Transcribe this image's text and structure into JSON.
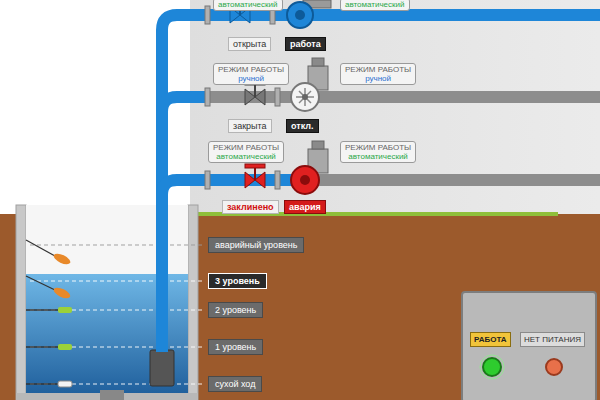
{
  "diagram": {
    "nodes": [
      {
        "text": [
          "автоматический"
        ]
      },
      {
        "text": [
          "автоматический"
        ]
      },
      {
        "text": [
          "открыта"
        ]
      },
      {
        "text": [
          "работа"
        ]
      },
      {
        "text": [
          "РЕЖИМ РАБОТЫ",
          "ручной"
        ]
      },
      {
        "text": [
          "РЕЖИМ РАБОТЫ",
          "ручной"
        ]
      },
      {
        "text": [
          "закрыта"
        ]
      },
      {
        "text": [
          "откл."
        ]
      },
      {
        "text": [
          "РЕЖИМ РАБОТЫ",
          "автоматический"
        ]
      },
      {
        "text": [
          "РЕЖИМ РАБОТЫ",
          "автоматический"
        ]
      },
      {
        "text": [
          "заклинено"
        ]
      },
      {
        "text": [
          "авария"
        ]
      },
      {
        "text": [
          "аварийный уровень"
        ]
      },
      {
        "text": [
          "3 уровень"
        ]
      },
      {
        "text": [
          "2 уровень"
        ]
      },
      {
        "text": [
          "1 уровень"
        ]
      },
      {
        "text": [
          "сухой ход"
        ]
      },
      {
        "text": [
          "РАБОТА"
        ]
      },
      {
        "text": [
          "НЕТ ПИТАНИЯ"
        ]
      }
    ]
  }
}
